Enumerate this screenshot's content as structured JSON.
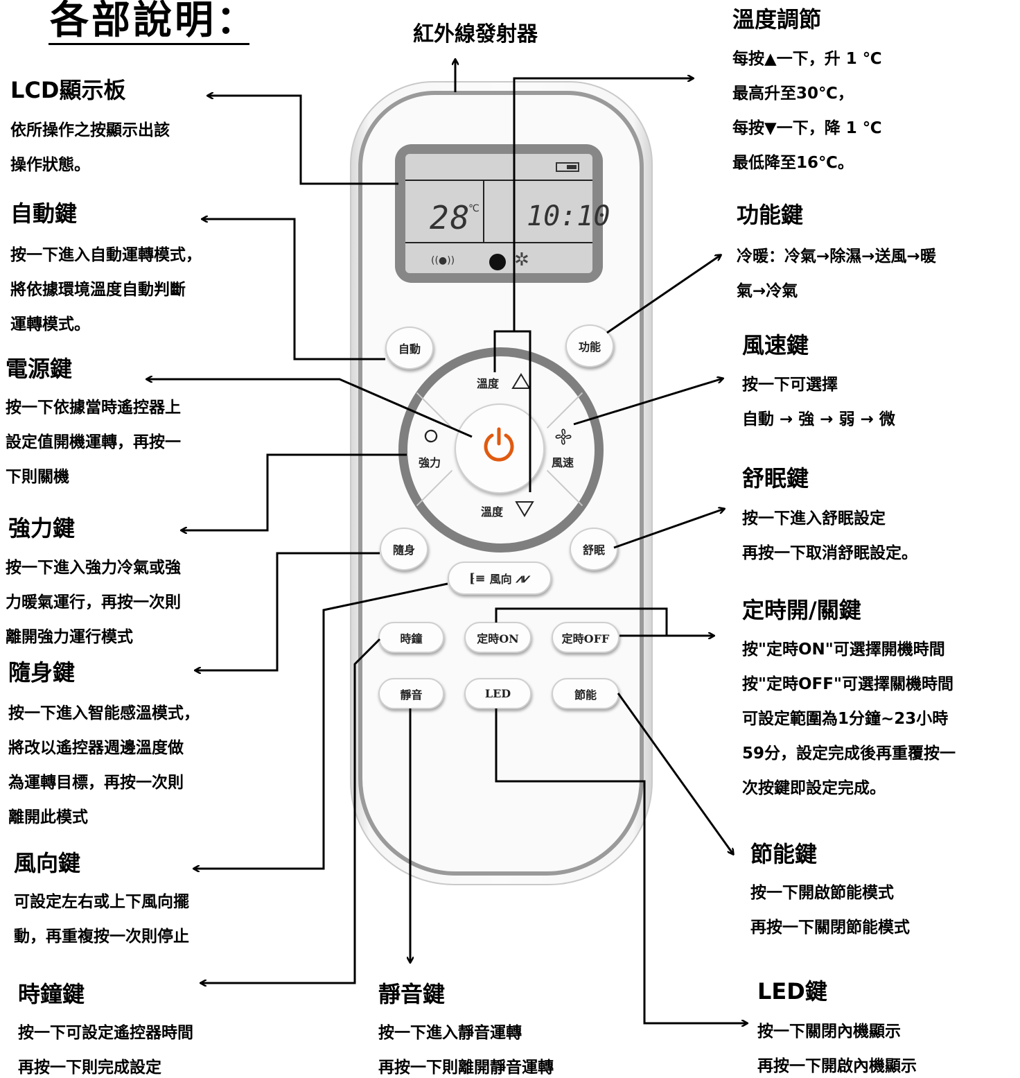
{
  "title": "各部說明：",
  "emitter": {
    "label": "紅外線發射器"
  },
  "left": {
    "lcd": {
      "heading": "LCD顯示板",
      "lines": [
        "依所操作之按顯示出該",
        "操作狀態。"
      ]
    },
    "auto": {
      "heading": "自動鍵",
      "lines": [
        "按一下進入自動運轉模式，",
        "將依據環境溫度自動判斷",
        "運轉模式。"
      ]
    },
    "power": {
      "heading": "電源鍵",
      "lines": [
        "按一下依據當時遙控器上",
        "設定值開機運轉，再按一",
        "下則關機"
      ]
    },
    "turbo": {
      "heading": "強力鍵",
      "lines": [
        "按一下進入強力冷氣或強",
        "力暖氣運行，再按一次則",
        "離開強力運行模式"
      ]
    },
    "ifeel": {
      "heading": "隨身鍵",
      "lines": [
        "按一下進入智能感溫模式，",
        "將改以遙控器週邊溫度做",
        "為運轉目標，再按一次則",
        "離開此模式"
      ]
    },
    "swing": {
      "heading": "風向鍵",
      "lines": [
        "可設定左右或上下風向擺",
        "動，再重複按一次則停止"
      ]
    },
    "clock": {
      "heading": "時鐘鍵",
      "lines": [
        "按一下可設定遙控器時間",
        "再按一下則完成設定"
      ]
    }
  },
  "right": {
    "temp": {
      "heading": "溫度調節",
      "lines": [
        "每按▲一下，升 1 ℃",
        "最高升至30℃，",
        "每按▼一下，降 1 ℃",
        "最低降至16℃。"
      ]
    },
    "mode": {
      "heading": "功能鍵",
      "lines": [
        "冷暖：冷氣→除濕→送風→暖",
        "氣→冷氣"
      ]
    },
    "fan": {
      "heading": "風速鍵",
      "lines": [
        "按一下可選擇",
        "自動 → 強 → 弱 → 微"
      ]
    },
    "sleep": {
      "heading": "舒眠鍵",
      "lines": [
        "按一下進入舒眠設定",
        "再按一下取消舒眠設定。"
      ]
    },
    "timer": {
      "heading": "定時開/關鍵",
      "lines": [
        "按\"定時ON\"可選擇開機時間",
        "按\"定時OFF\"可選擇關機時間",
        "可設定範圍為1分鐘~23小時",
        "59分，設定完成後再重覆按一",
        "次按鍵即設定完成。"
      ]
    },
    "eco": {
      "heading": "節能鍵",
      "lines": [
        "按一下開啟節能模式",
        "再按一下關閉節能模式"
      ]
    },
    "led": {
      "heading": "LED鍵",
      "lines": [
        "按一下關閉內機顯示",
        "再按一下開啟內機顯示"
      ]
    }
  },
  "bottom": {
    "mute": {
      "heading": "靜音鍵",
      "lines": [
        "按一下進入靜音運轉",
        "再按一下則離開靜音運轉"
      ]
    }
  },
  "remote": {
    "lcd_temp": "28",
    "lcd_unit": "℃",
    "lcd_time": "10:10",
    "buttons": {
      "auto": "自動",
      "mode": "功能",
      "temp_up": "溫度",
      "temp_down": "溫度",
      "turbo": "強力",
      "fan": "風速",
      "ifeel": "隨身",
      "sleep": "舒眠",
      "swing": "風向",
      "clock": "時鐘",
      "timer_on": "定時ON",
      "timer_off": "定時OFF",
      "mute": "靜音",
      "led": "LED",
      "eco": "節能"
    },
    "icons": {
      "power": "power-icon",
      "turbo": "swirl-icon",
      "fan": "fan-icon",
      "up": "triangle-up-icon",
      "down": "triangle-down-icon",
      "swing_left": "swing-horizontal-icon",
      "swing_right": "swing-vertical-icon"
    },
    "colors": {
      "power": "#e05a10",
      "ring": "#7f7f7f",
      "lcd": "#d3d3d3"
    }
  }
}
